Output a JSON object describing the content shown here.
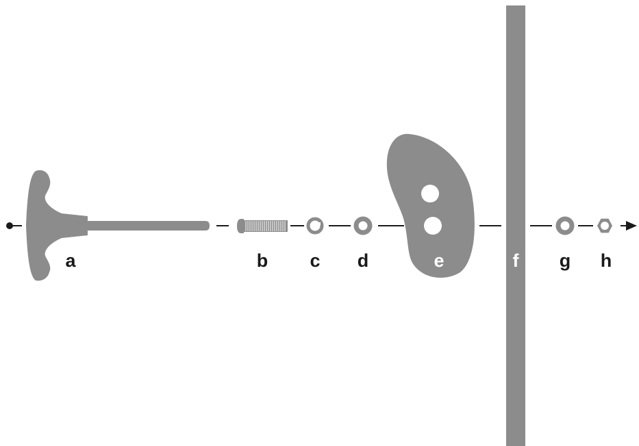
{
  "labels": {
    "a": "a",
    "b": "b",
    "c": "c",
    "d": "d",
    "e": "e",
    "f": "f",
    "g": "g",
    "h": "h"
  },
  "colors": {
    "part": "#8c8c8d",
    "line": "#1a1a1a",
    "background": "#ffffff"
  }
}
